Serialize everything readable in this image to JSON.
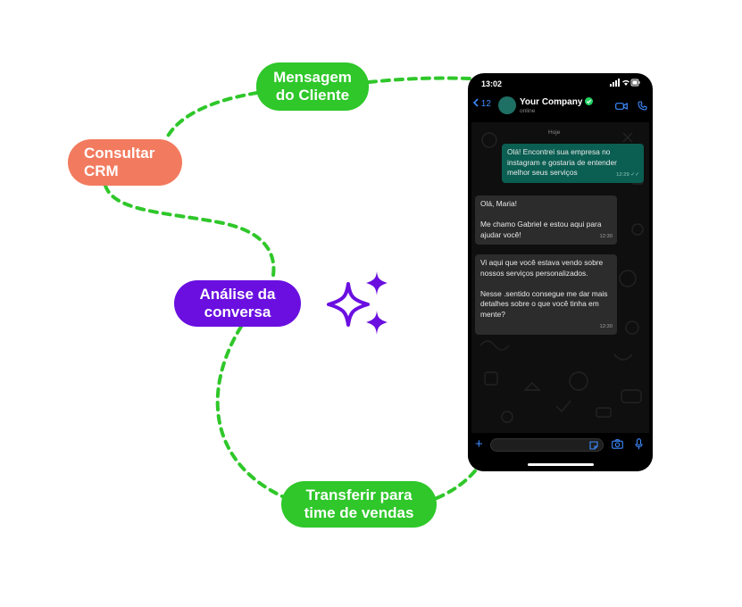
{
  "colors": {
    "green": "#2fc72a",
    "coral": "#f27b5f",
    "purple": "#6a0fe0",
    "dashed_line": "#2fc72a",
    "phone_bg": "#000000",
    "outgoing_bubble": "#0b5e52",
    "incoming_bubble": "#2c2c2c",
    "ios_blue": "#3d8bff"
  },
  "flow": {
    "steps": [
      {
        "id": "mensagem",
        "lines": [
          "Mensagem",
          "do Cliente"
        ]
      },
      {
        "id": "crm",
        "lines": [
          "Consultar",
          "CRM"
        ]
      },
      {
        "id": "analise",
        "lines": [
          "Análise da",
          "conversa"
        ]
      },
      {
        "id": "transferir",
        "lines": [
          "Transferir para",
          "time de vendas"
        ]
      }
    ],
    "decoration_icon": "sparkles-icon"
  },
  "phone": {
    "status_time": "13:02",
    "status_icons": [
      "signal-icon",
      "wifi-icon",
      "battery-icon"
    ],
    "back_count": "12",
    "contact_name": "Your Company",
    "contact_status": "online",
    "day_label": "Hoje",
    "messages": [
      {
        "direction": "out",
        "paragraphs": [
          "Olá! Encontrei sua empresa no instagram e gostaria de entender melhor seus serviços"
        ],
        "time": "12:29 ✓✓"
      },
      {
        "direction": "in",
        "paragraphs": [
          "Olá, Maria!",
          "Me chamo Gabriel e estou aqui para ajudar você!"
        ],
        "time": "12:30"
      },
      {
        "direction": "in",
        "paragraphs": [
          "Vi aqui que você estava vendo sobre nossos serviços personalizados.",
          "Nesse .sentido consegue me dar mais detalhes sobre o que você tinha em mente?"
        ],
        "time": "12:30"
      }
    ]
  }
}
